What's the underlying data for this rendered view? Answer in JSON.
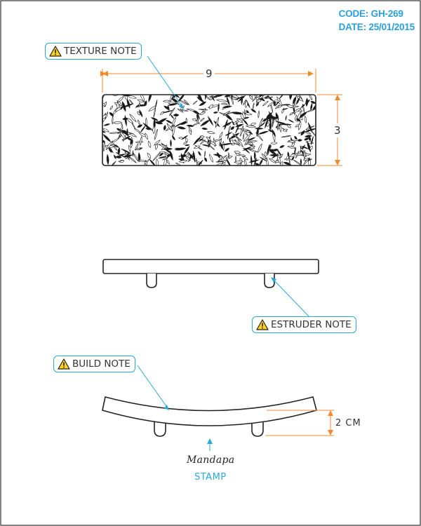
{
  "header": {
    "code": "CODE: GH-269",
    "date": "DATE: 25/01/2015"
  },
  "callouts": {
    "texture": "TEXTURE NOTE",
    "estruder": "ESTRUDER NOTE",
    "build": "BUILD NOTE"
  },
  "dimensions": {
    "width": "9",
    "height": "3",
    "foot_height": "2 CM"
  },
  "logo": "Mandapa",
  "stamp": "STAMP",
  "colors": {
    "accent": "#2aa9d6",
    "dimension": "#f08a2c",
    "outline": "#222222"
  },
  "icons": [
    "warning-icon"
  ]
}
